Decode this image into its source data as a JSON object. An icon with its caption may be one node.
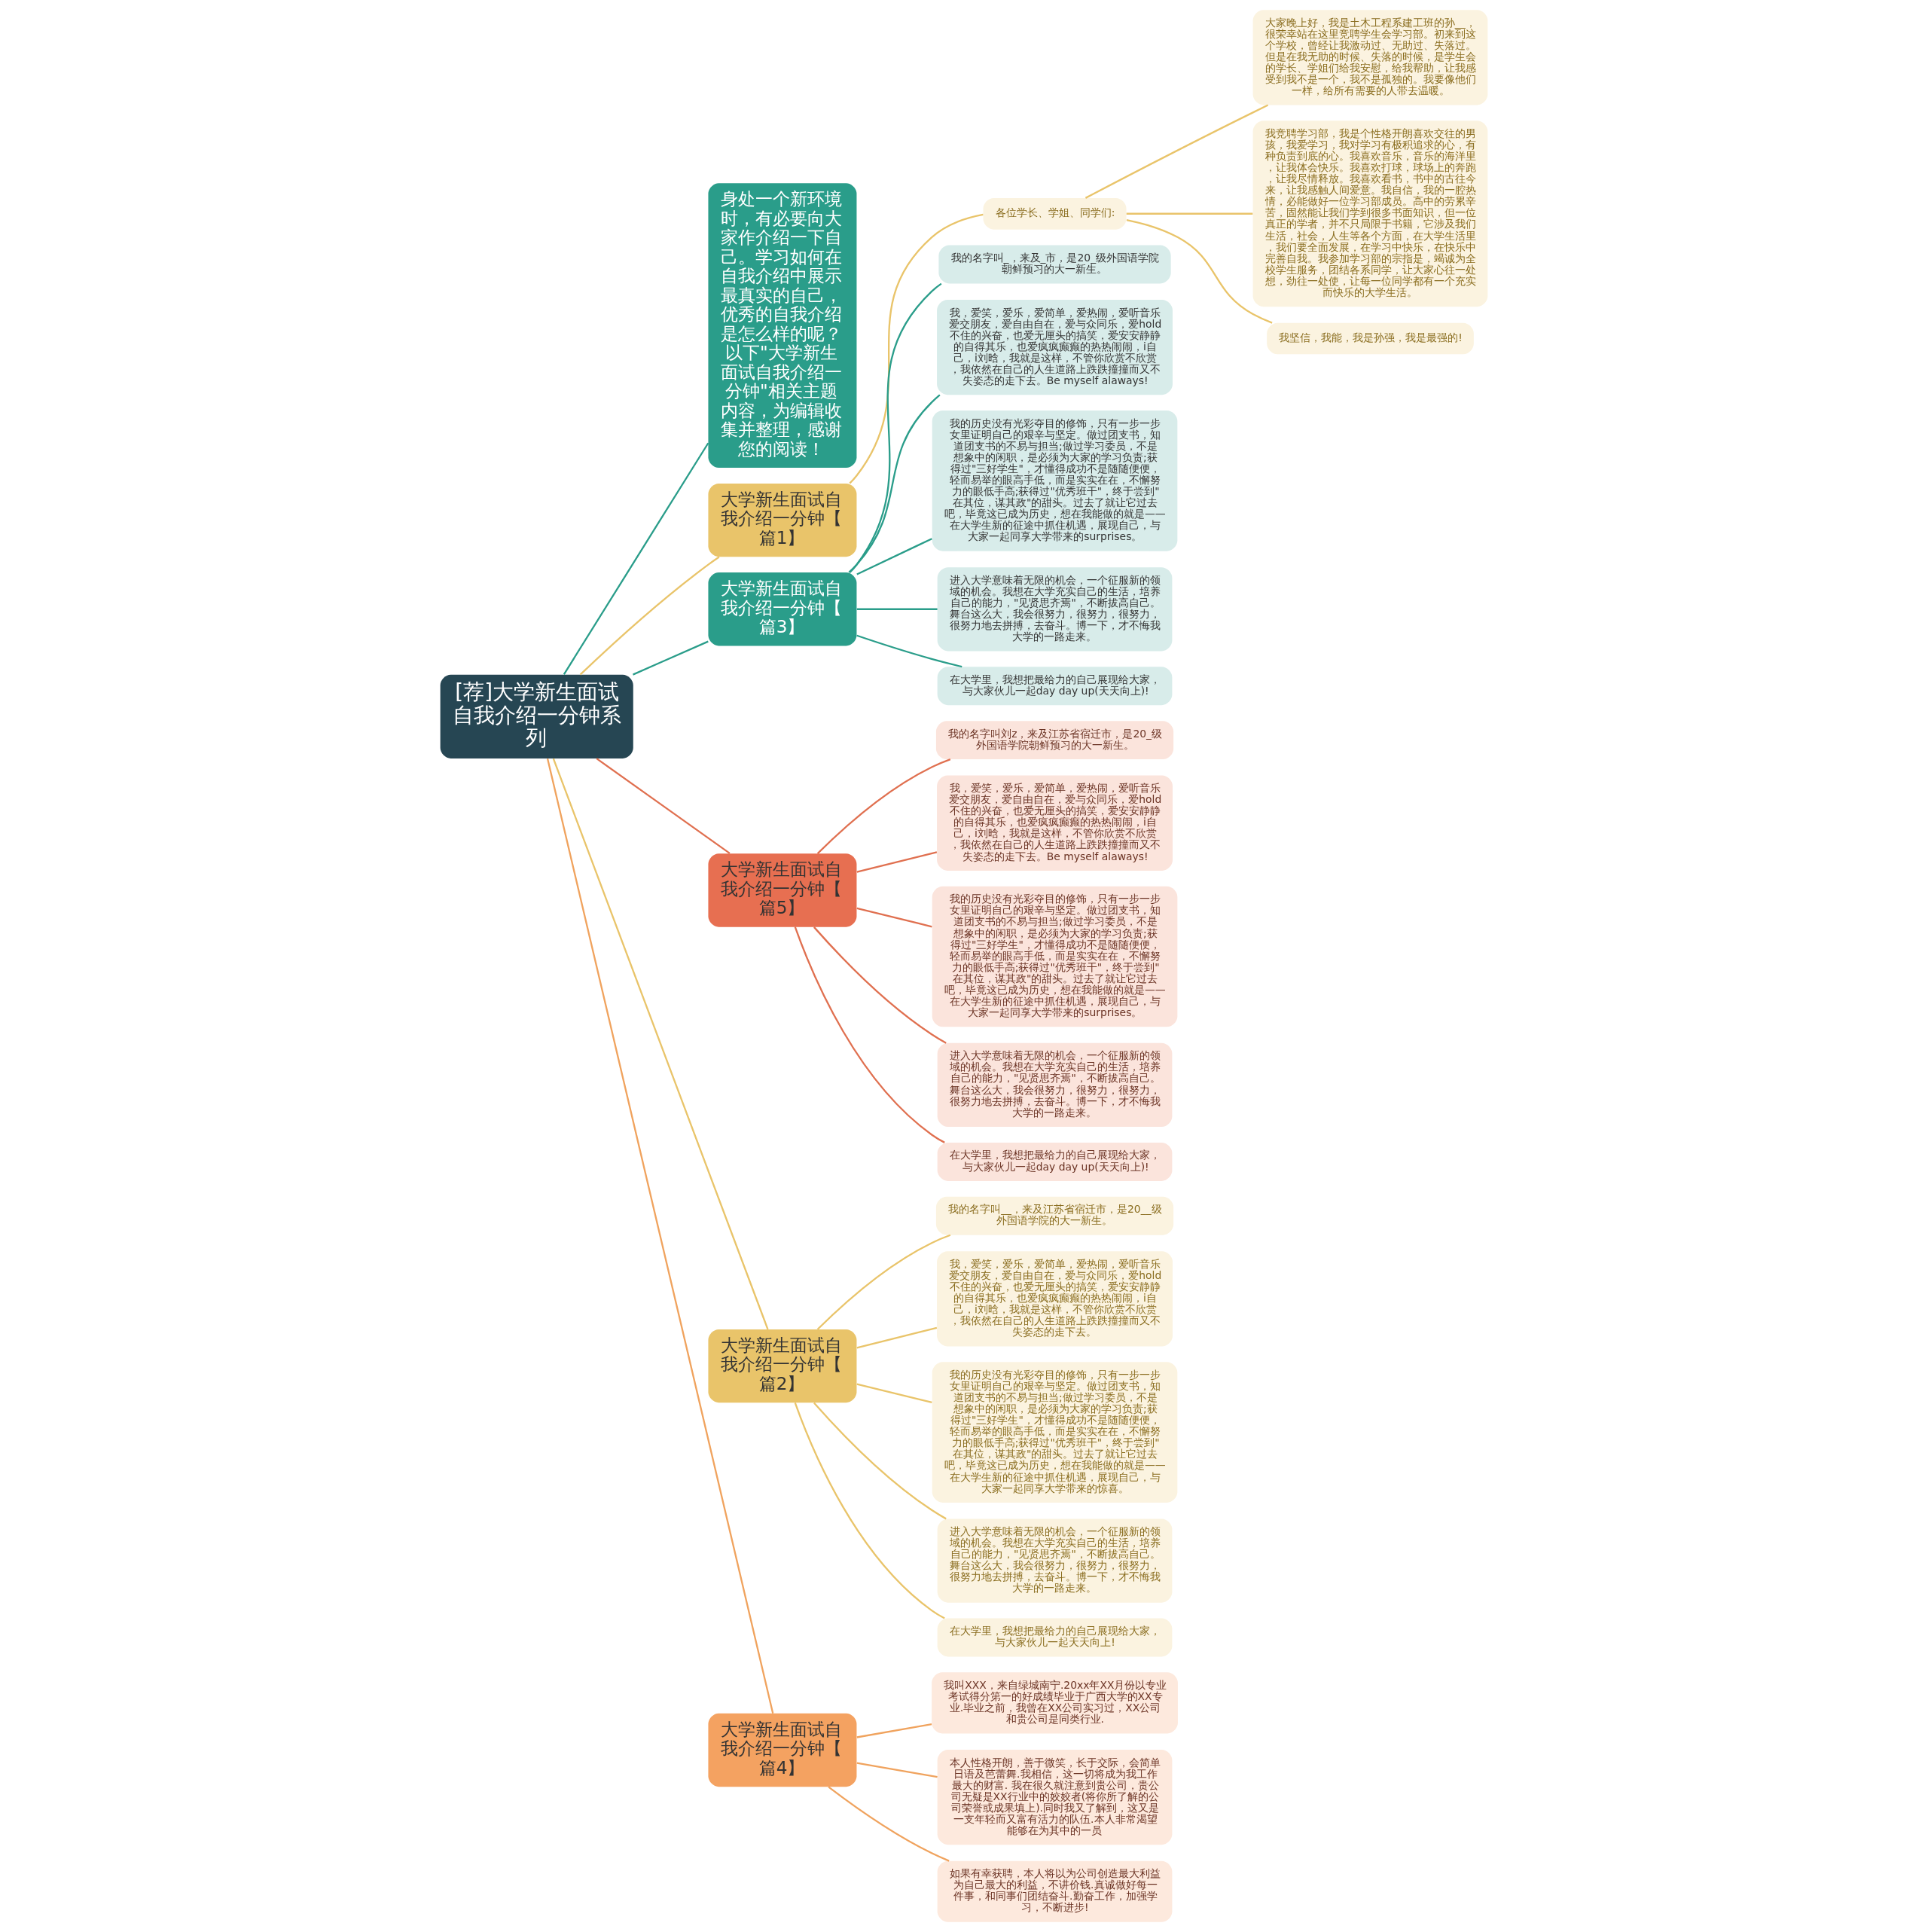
{
  "diagram": {
    "nodes": [
      {
        "text": [
          "[荐]大学新生面试自我介绍一分钟系列"
        ]
      },
      {
        "text": [
          "身处一个新环境时，有必要向大家作介绍一下自己。学习如何在自我介绍中展示最真实的自己，优秀的自我介绍是怎么样的呢？以下\"大学新生面试自我介绍一分钟\"相关主题内容，为编辑收集并整理，感谢您的阅读！"
        ]
      },
      {
        "text": [
          "大学新生面试自我介绍一分钟【篇1】"
        ]
      },
      {
        "text": [
          "各位学长、学姐、同学们:"
        ]
      },
      {
        "text": [
          "大家晚上好，我是土木工程系建工班的孙__，很荣幸站在这里竞聘学生会学习部。初来到这个学校，曾经让我激动过、无助过、失落过。但是在我无助的时候、失落的时候，是学生会的学长、学姐们给我安慰，给我帮助，让我感受到我不是一个，我不是孤独的。我要像他们一样，给所有需要的人带去温暖。"
        ]
      },
      {
        "text": [
          "我竞聘学习部，我是个性格开朗喜欢交往的男孩，我爱学习，我对学习有极积追求的心，有种负责到底的心。我喜欢音乐，音乐的海洋里，让我体会快乐。我喜欢打球，球场上的奔跑，让我尽情释放。我喜欢看书，书中的古往今来，让我感触人间爱意。我自信，我的一腔热情，必能做好一位学习部成员。高中的劳累辛苦，固然能让我们学到很多书面知识，但一位真正的学者，并不只局限于书籍，它涉及我们生活，社会，人生等各个方面，在大学生活里，我们要全面发展，在学习中快乐，在快乐中完善自我。我参加学习部的宗指是，竭诚为全校学生服务，团结各系同学，让大家心往一处想，劲往一处使，让每一位同学都有一个充实而快乐的大学生活。"
        ]
      },
      {
        "text": [
          "我坚信，我能，我是孙强，我是最强的!"
        ]
      },
      {
        "text": [
          "大学新生面试自我介绍一分钟【篇3】"
        ]
      },
      {
        "text": [
          "我的名字叫_，来及_市，是20_级外国语学院朝鲜预习的大一新生。"
        ]
      },
      {
        "text": [
          "我，爱笑，爱乐，爱简单，爱热闹，爱听音乐爱交朋友，爱自由自在，爱与众同乐，爱hold不住的兴奋，也爱无厘头的搞笑，爱安安静静的自得其乐，也爱疯疯癫癫的热热闹闹，i自己，i刘晗，我就是这样，不管你欣赏不欣赏，我依然在自己的人生道路上跌跌撞撞而又不失姿态的走下去。Be myself alaways!"
        ]
      },
      {
        "text": [
          "我的历史没有光彩夺目的修饰，只有一步一步女里证明自己的艰辛与坚定。做过团支书，知道团支书的不易与担当;做过学习委员，不是想象中的闲职，是必须为大家的学习负责;获得过\"三好学生\"，才懂得成功不是随随便便，轻而易举的眼高手低，而是实实在在，不懈努力的眼低手高;获得过\"优秀班干\"，终于尝到\"在其位，谋其政\"的甜头。过去了就让它过去吧，毕竟这已成为历史，想在我能做的就是——在大学生新的征途中抓住机遇，展现自己，与大家一起同享大学带来的surprises。"
        ]
      },
      {
        "text": [
          "进入大学意味着无限的机会，一个征服新的领域的机会。我想在大学充实自己的生活，培养自己的能力，\"见贤思齐焉\"，不断拔高自己。舞台这么大，我会很努力，很努力，很努力，很努力地去拼搏，去奋斗。博一下，才不悔我大学的一路走来。"
        ]
      },
      {
        "text": [
          "在大学里，我想把最给力的自己展现给大家，与大家伙儿一起day day up(天天向上)!"
        ]
      },
      {
        "text": [
          "大学新生面试自我介绍一分钟【篇5】"
        ]
      },
      {
        "text": [
          "我的名字叫刘z，来及江苏省宿迁市，是20_级外国语学院朝鲜预习的大一新生。"
        ]
      },
      {
        "text": [
          "我，爱笑，爱乐，爱简单，爱热闹，爱听音乐爱交朋友，爱自由自在，爱与众同乐，爱hold不住的兴奋，也爱无厘头的搞笑，爱安安静静的自得其乐，也爱疯疯癫癫的热热闹闹，i自己，i刘晗，我就是这样，不管你欣赏不欣赏，我依然在自己的人生道路上跌跌撞撞而又不失姿态的走下去。Be myself alaways!"
        ]
      },
      {
        "text": [
          "我的历史没有光彩夺目的修饰，只有一步一步女里证明自己的艰辛与坚定。做过团支书，知道团支书的不易与担当;做过学习委员，不是想象中的闲职，是必须为大家的学习负责;获得过\"三好学生\"，才懂得成功不是随随便便，轻而易举的眼高手低，而是实实在在，不懈努力的眼低手高;获得过\"优秀班干\"，终于尝到\"在其位，谋其政\"的甜头。过去了就让它过去吧，毕竟这已成为历史，想在我能做的就是——在大学生新的征途中抓住机遇，展现自己，与大家一起同享大学带来的surprises。"
        ]
      },
      {
        "text": [
          "进入大学意味着无限的机会，一个征服新的领域的机会。我想在大学充实自己的生活，培养自己的能力，\"见贤思齐焉\"，不断拔高自己。舞台这么大，我会很努力，很努力，很努力，很努力地去拼搏，去奋斗。博一下，才不悔我大学的一路走来。"
        ]
      },
      {
        "text": [
          "在大学里，我想把最给力的自己展现给大家，与大家伙儿一起day day up(天天向上)!"
        ]
      },
      {
        "text": [
          "大学新生面试自我介绍一分钟【篇2】"
        ]
      },
      {
        "text": [
          "我的名字叫__，来及江苏省宿迁市，是20__级外国语学院的大一新生。"
        ]
      },
      {
        "text": [
          "我，爱笑，爱乐，爱简单，爱热闹，爱听音乐爱交朋友，爱自由自在，爱与众同乐，爱hold不住的兴奋，也爱无厘头的搞笑，爱安安静静的自得其乐，也爱疯疯癫癫的热热闹闹，i自己，i刘晗，我就是这样，不管你欣赏不欣赏，我依然在自己的人生道路上跌跌撞撞而又不失姿态的走下去。"
        ]
      },
      {
        "text": [
          "我的历史没有光彩夺目的修饰，只有一步一步女里证明自己的艰辛与坚定。做过团支书，知道团支书的不易与担当;做过学习委员，不是想象中的闲职，是必须为大家的学习负责;获得过\"三好学生\"，才懂得成功不是随随便便，轻而易举的眼高手低，而是实实在在，不懈努力的眼低手高;获得过\"优秀班干\"，终于尝到\"在其位，谋其政\"的甜头。过去了就让它过去吧，毕竟这已成为历史，想在我能做的就是——在大学生新的征途中抓住机遇，展现自己，与大家一起同享大学带来的惊喜。"
        ]
      },
      {
        "text": [
          "进入大学意味着无限的机会，一个征服新的领域的机会。我想在大学充实自己的生活，培养自己的能力，\"见贤思齐焉\"，不断拔高自己。舞台这么大，我会很努力，很努力，很努力，很努力地去拼搏，去奋斗。博一下，才不悔我大学的一路走来。"
        ]
      },
      {
        "text": [
          "在大学里，我想把最给力的自己展现给大家，与大家伙儿一起天天向上!"
        ]
      },
      {
        "text": [
          "大学新生面试自我介绍一分钟【篇4】"
        ]
      },
      {
        "text": [
          "我叫XXX，来自绿城南宁.20xx年XX月份以专业考试得分第一的好成绩毕业于广西大学的XX专业.毕业之前，我曾在XX公司实习过，XX公司和贵公司是同类行业."
        ]
      },
      {
        "text": [
          "本人性格开朗，善于微笑，长于交际，会简单日语及芭蕾舞.我相信，这一切将成为我工作最大的财富. 我在很久就注意到贵公司，贵公司无疑是XX行业中的姣姣者(将你所了解的公司荣誉或成果填上).同时我又了解到，这又是一支年轻而又富有活力的队伍.本人非常渴望能够在为其中的一员"
        ]
      },
      {
        "text": [
          "如果有幸获聘，本人将以为公司创造最大利益为自己最大的利益，不讲价钱.真诚做好每一件事，和同事们团结奋斗.勤奋工作，加强学习，不断进步!"
        ]
      }
    ],
    "edges": [
      {
        "from": 0,
        "to": 1,
        "arrow": "none",
        "color": "#2a9d8a"
      },
      {
        "from": 0,
        "to": 2,
        "arrow": "none"
      },
      {
        "from": 2,
        "to": 3,
        "arrow": "none"
      },
      {
        "from": 3,
        "to": 4,
        "arrow": "none"
      },
      {
        "from": 3,
        "to": 5,
        "arrow": "none"
      },
      {
        "from": 3,
        "to": 6,
        "arrow": "none"
      },
      {
        "from": 0,
        "to": 7,
        "arrow": "none",
        "color": "#2a9d8a"
      },
      {
        "from": 7,
        "to": 8,
        "arrow": "none",
        "color": "#2a9d8a"
      },
      {
        "from": 7,
        "to": 9,
        "arrow": "none",
        "color": "#2a9d8a"
      },
      {
        "from": 7,
        "to": 10,
        "arrow": "none",
        "color": "#2a9d8a"
      },
      {
        "from": 7,
        "to": 11,
        "arrow": "none",
        "color": "#2a9d8a"
      },
      {
        "from": 7,
        "to": 12,
        "arrow": "none",
        "color": "#2a9d8a"
      },
      {
        "from": 0,
        "to": 13,
        "arrow": "none",
        "color": "#e07050"
      },
      {
        "from": 13,
        "to": 14,
        "arrow": "none",
        "color": "#e07050"
      },
      {
        "from": 13,
        "to": 15,
        "arrow": "none",
        "color": "#e07050"
      },
      {
        "from": 13,
        "to": 16,
        "arrow": "none",
        "color": "#e07050"
      },
      {
        "from": 13,
        "to": 17,
        "arrow": "none",
        "color": "#e07050"
      },
      {
        "from": 13,
        "to": 18,
        "arrow": "none",
        "color": "#e07050"
      },
      {
        "from": 0,
        "to": 19,
        "arrow": "none"
      },
      {
        "from": 19,
        "to": 20,
        "arrow": "none"
      },
      {
        "from": 19,
        "to": 21,
        "arrow": "none"
      },
      {
        "from": 19,
        "to": 22,
        "arrow": "none"
      },
      {
        "from": 19,
        "to": 23,
        "arrow": "none"
      },
      {
        "from": 19,
        "to": 24,
        "arrow": "none"
      },
      {
        "from": 0,
        "to": 25,
        "arrow": "none",
        "color": "#f0a35e"
      },
      {
        "from": 25,
        "to": 26,
        "arrow": "none",
        "color": "#f0a35e"
      },
      {
        "from": 25,
        "to": 27,
        "arrow": "none",
        "color": "#f0a35e"
      },
      {
        "from": 25,
        "to": 28,
        "arrow": "none",
        "color": "#f0a35e"
      }
    ]
  }
}
